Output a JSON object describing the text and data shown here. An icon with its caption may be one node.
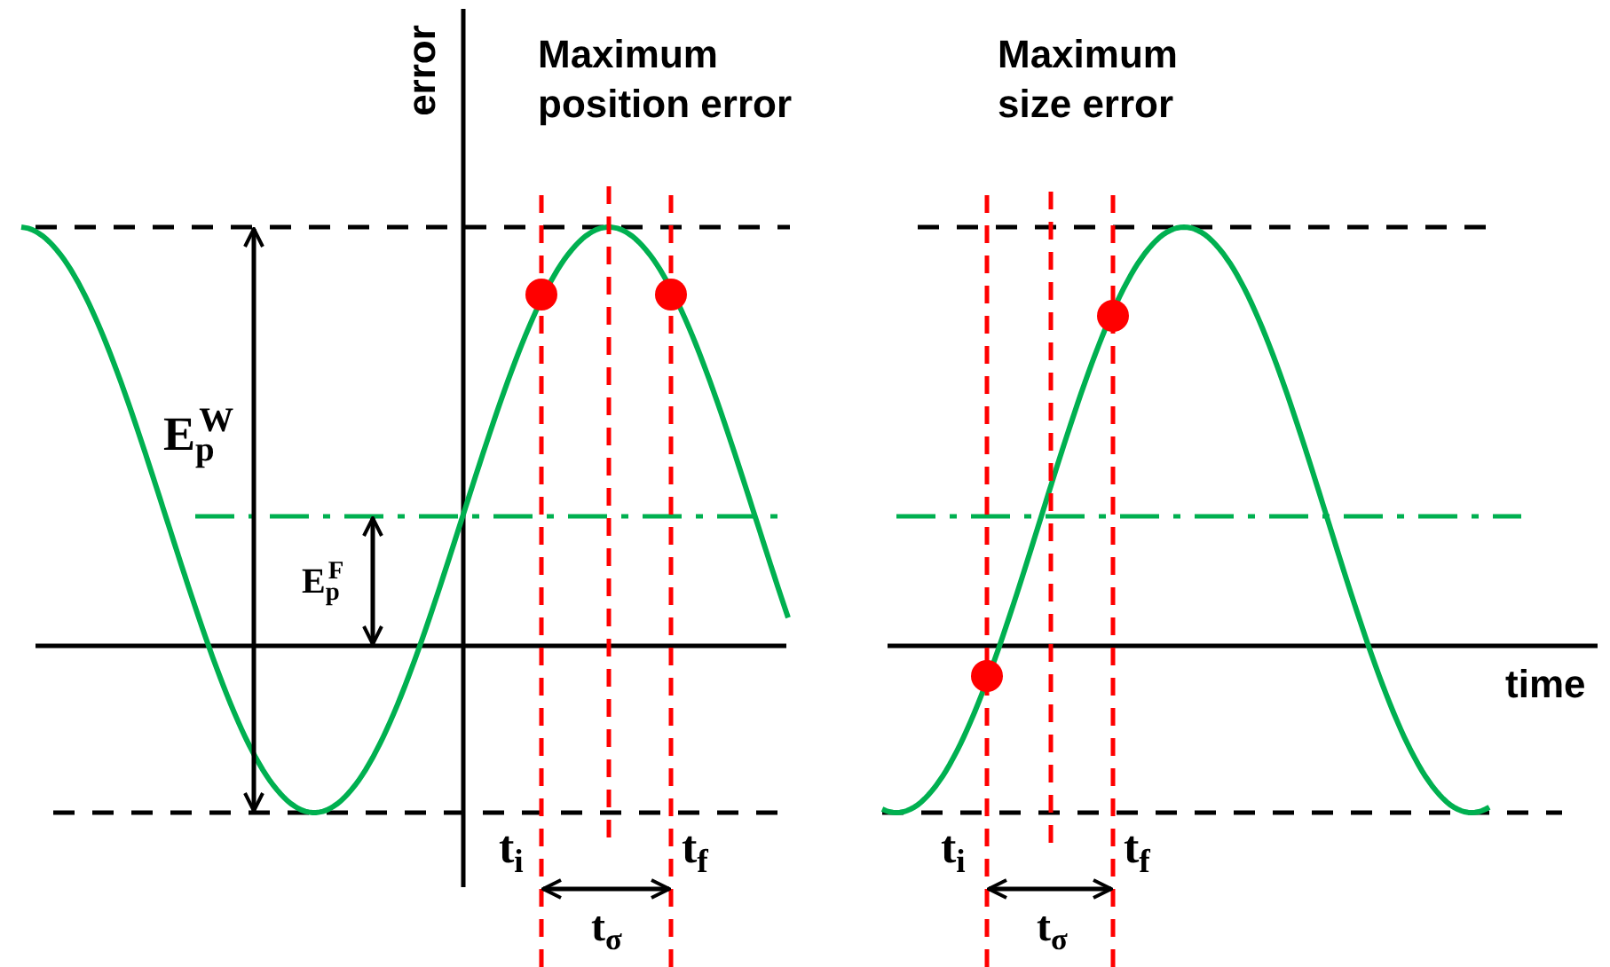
{
  "diagram": {
    "labels": [
      "error",
      "Maximum position error",
      "Maximum size error",
      "E$_{p}$$^{W}$",
      "E$_{p}$$^{F}$",
      "time",
      "t$_{i}$",
      "t$_{f}$",
      "t$_{i}$",
      "t$_{f}$",
      "t$_{σ}$",
      "t$_{σ}$"
    ]
  }
}
